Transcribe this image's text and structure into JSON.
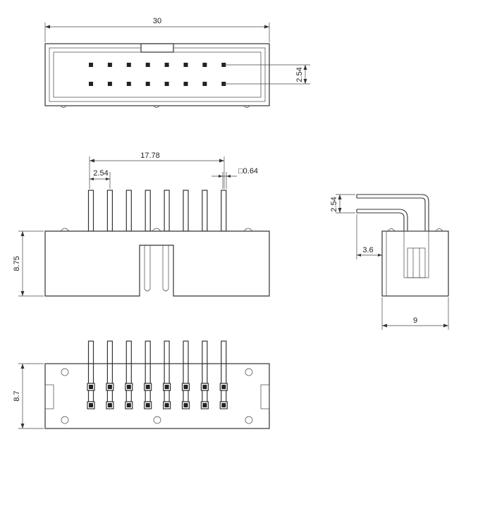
{
  "dimensions": {
    "overall_width": "30",
    "row_pitch": "2.54",
    "pin_span": "17.78",
    "pin_pitch": "2.54",
    "pin_square": "□0.64",
    "body_height": "8.75",
    "side_pitch": "2.54",
    "side_offset": "3.6",
    "side_depth": "9",
    "bottom_height": "8.7"
  },
  "colors": {
    "line": "#333333",
    "background": "#ffffff"
  }
}
